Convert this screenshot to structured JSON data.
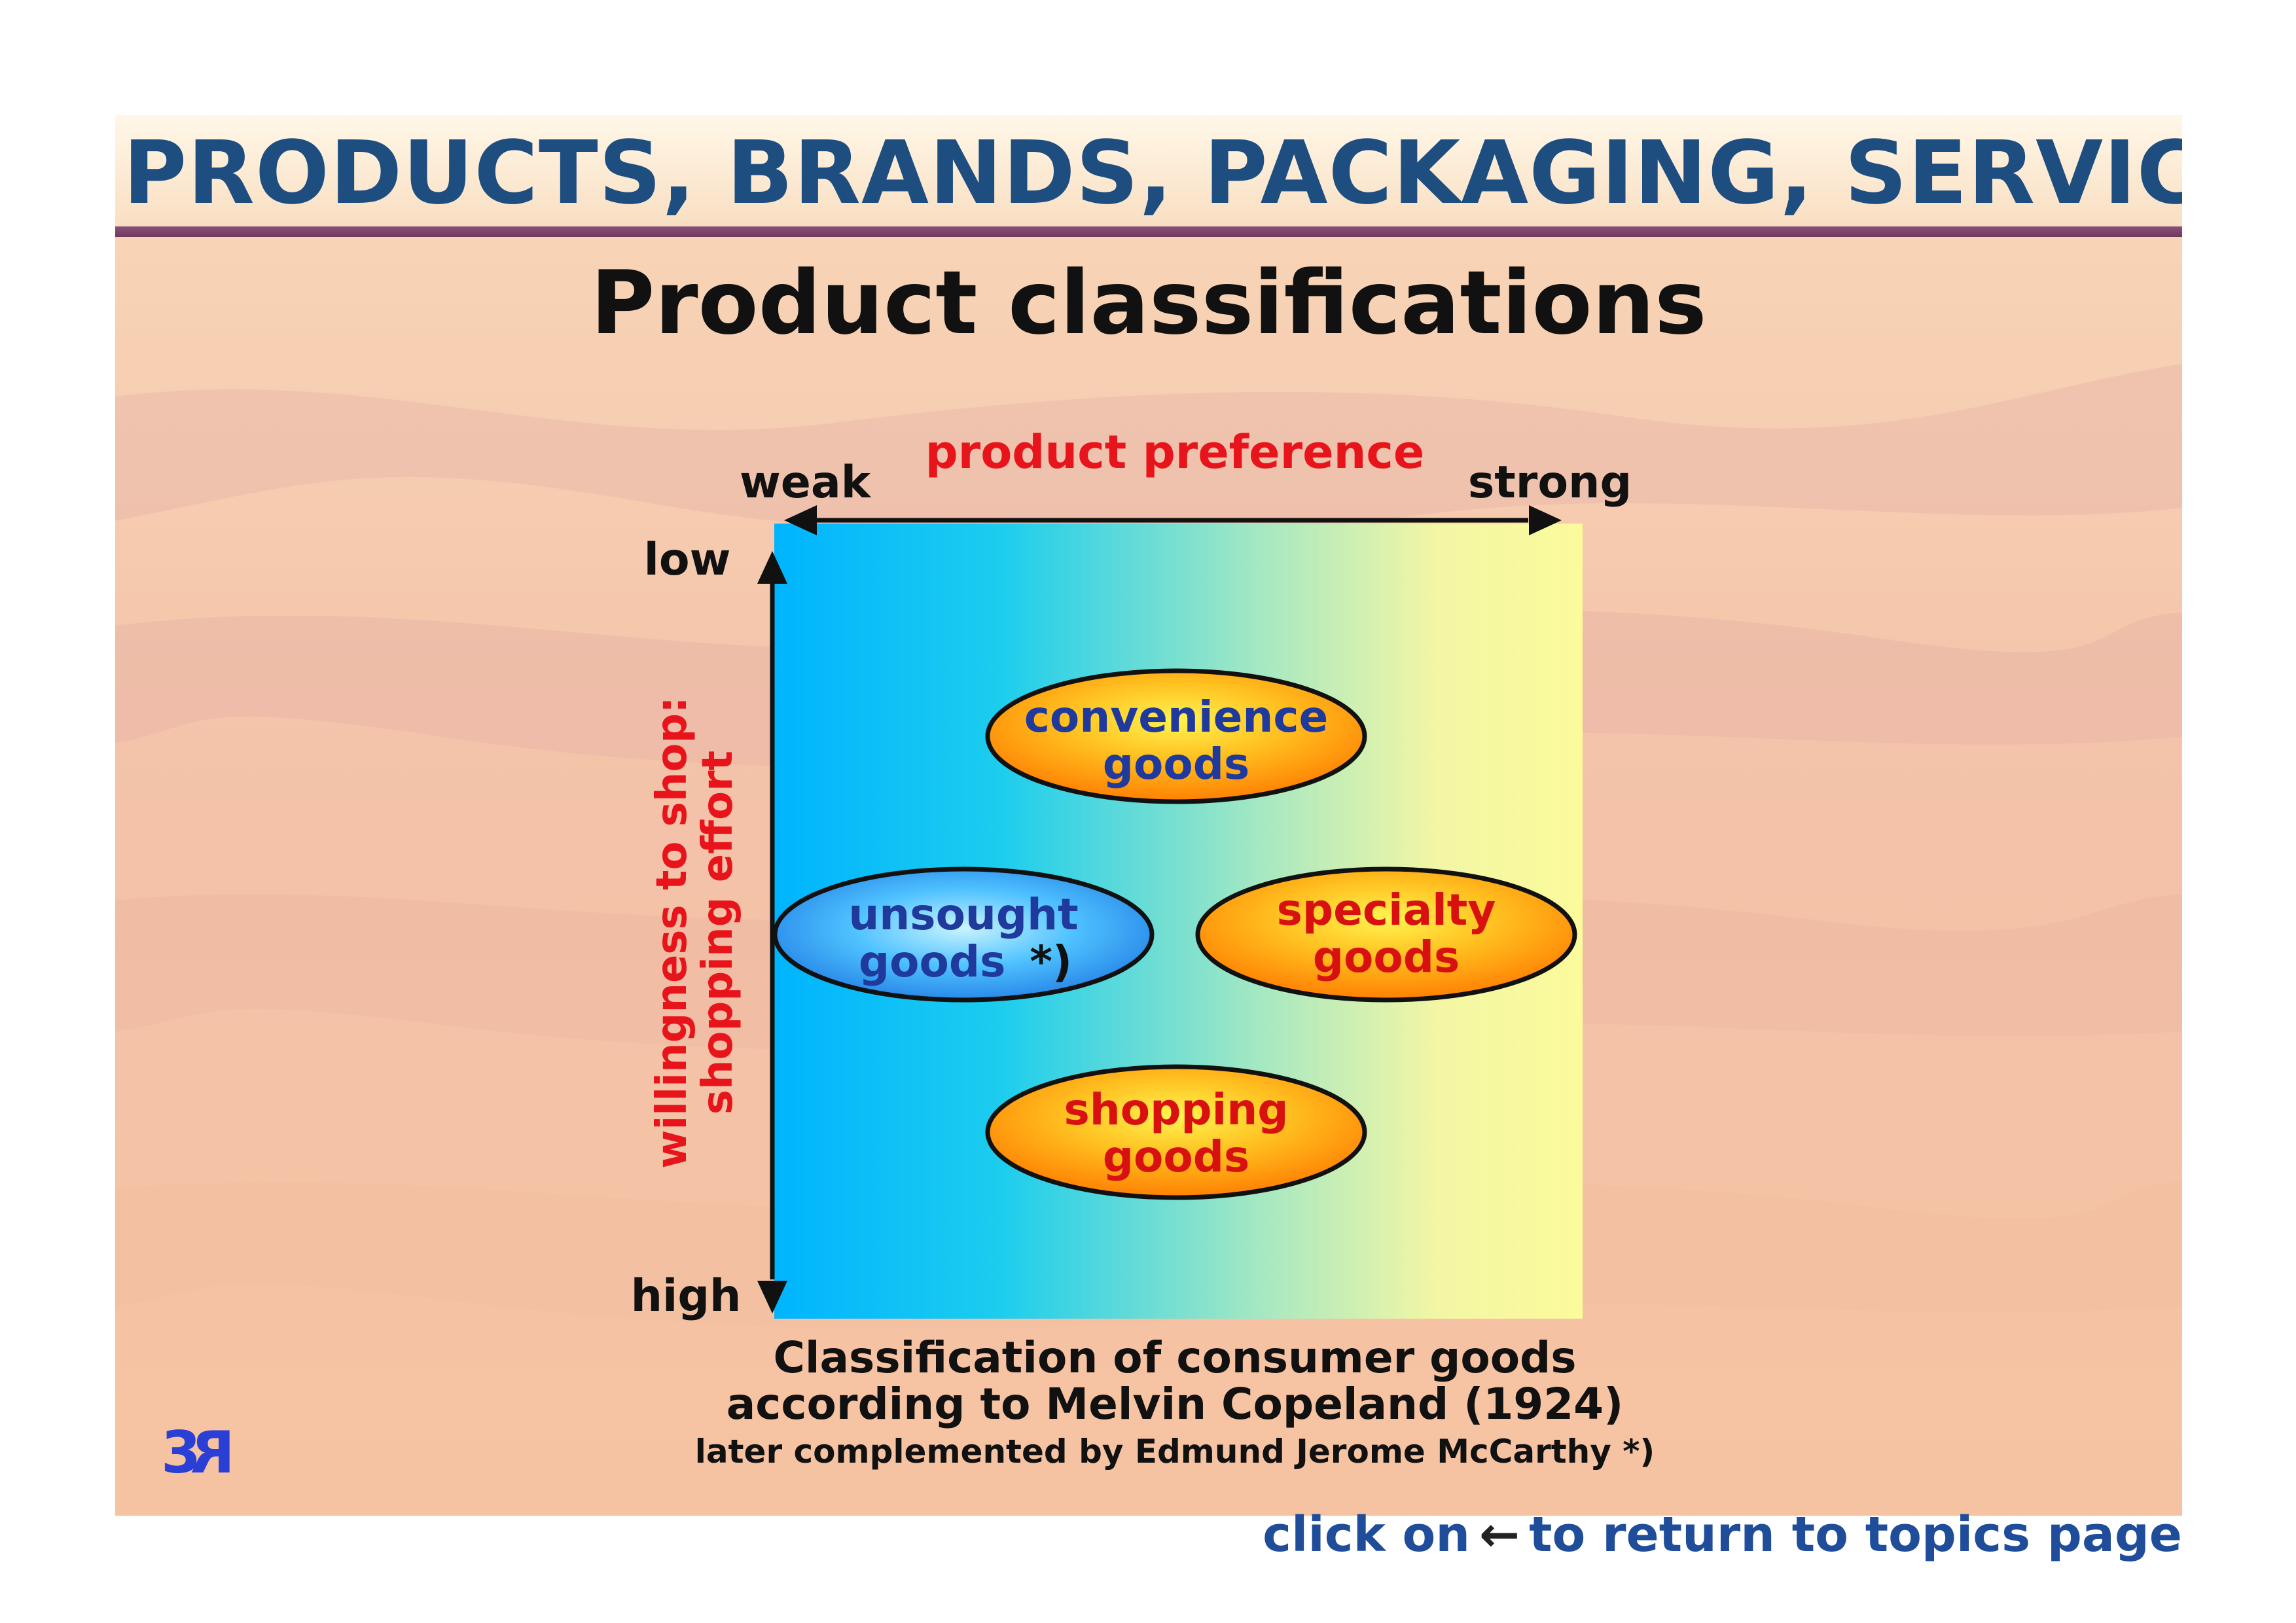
{
  "header": {
    "title": "PRODUCTS, BRANDS, PACKAGING, SERVICE"
  },
  "slide_title": "Product classifications",
  "diagram": {
    "x_axis": {
      "label": "product preference",
      "left": "weak",
      "right": "strong"
    },
    "y_axis": {
      "label_line1": "willingness to shop:",
      "label_line2": "shopping effort",
      "top": "low",
      "bottom": "high"
    },
    "goods": [
      {
        "id": "convenience",
        "line1": "convenience",
        "line2": "goods",
        "fill": "orange",
        "text_color": "#1f3a9c"
      },
      {
        "id": "unsought",
        "line1": "unsought",
        "line2": "goods",
        "suffix": "*)",
        "fill": "blue",
        "text_color": "#1f3a9c"
      },
      {
        "id": "specialty",
        "line1": "specialty",
        "line2": "goods",
        "fill": "orange",
        "text_color": "#d81010"
      },
      {
        "id": "shopping",
        "line1": "shopping",
        "line2": "goods",
        "fill": "orange",
        "text_color": "#d81010"
      }
    ],
    "caption": {
      "line1": "Classification of consumer goods",
      "line2": "according to Melvin Copeland (1924)",
      "line3": "later complemented by Edmund Jerome McCarthy *)"
    },
    "colors": {
      "axis_label": "#e8141b",
      "gradient_left": "#00b4ff",
      "gradient_mid": "#a5e8c2",
      "gradient_right": "#fbfb9c",
      "orange_ellipse": "#ff9a10",
      "blue_ellipse": "#2aa6f5"
    }
  },
  "logo": {
    "text_left": "3",
    "text_right": "R"
  },
  "footer": {
    "prefix": "click on",
    "arrow": "←",
    "suffix": "to return to topics page"
  }
}
